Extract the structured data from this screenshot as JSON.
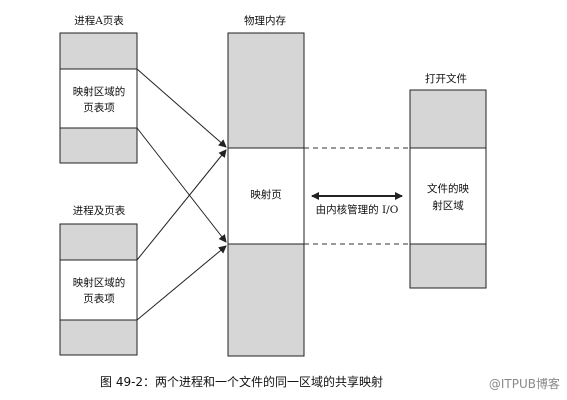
{
  "process_a": {
    "title": "进程A页表",
    "mapped_line1": "映射区域的",
    "mapped_line2": "页表项"
  },
  "process_b": {
    "title": "进程及页表",
    "mapped_line1": "映射区域的",
    "mapped_line2": "页表项"
  },
  "physical_memory": {
    "title": "物理内存",
    "mapped_page": "映射页"
  },
  "open_file": {
    "title": "打开文件",
    "mapped_line1": "文件的映",
    "mapped_line2": "射区域"
  },
  "kernel_io": "由内核管理的 I/O",
  "caption": "图 49-2：两个进程和一个文件的同一区域的共享映射",
  "watermark": "@ITPUB博客",
  "colors": {
    "shaded": "#d6d6d6",
    "border": "#222222",
    "background": "#ffffff"
  }
}
